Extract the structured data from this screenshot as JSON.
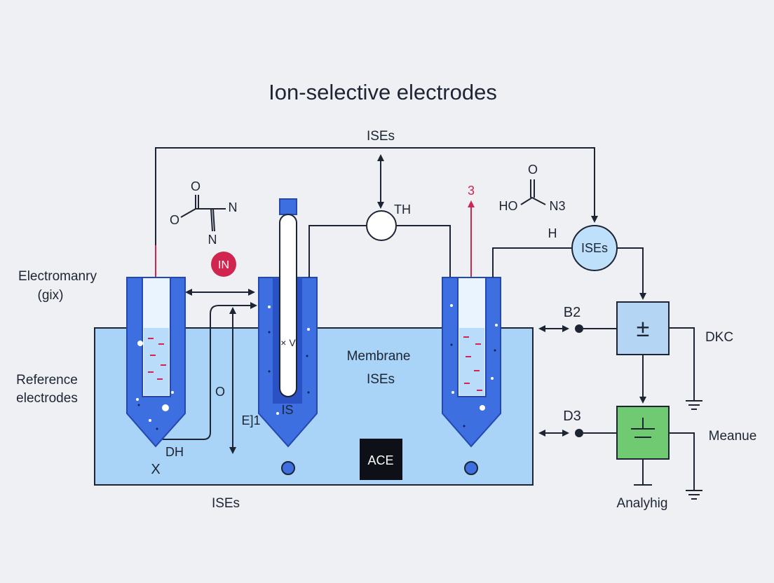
{
  "title": "Ion-selective electrodes",
  "labels": {
    "top_wire": "ISEs",
    "th_node": "TH",
    "red_number": "3",
    "left_group_1": "Electromanry",
    "left_group_2": "(gix)",
    "reference_1": "Reference",
    "reference_2": "electrodes",
    "ion_badge": "IN",
    "membrane_1": "Membrane",
    "membrane_2": "ISEs",
    "o_label": "O",
    "e1_label": "E]1",
    "is_label": "IS",
    "dh_label": "DH",
    "x_mark": "X",
    "ace_box": "ACE",
    "bottom_label": "ISEs",
    "ises_node": "ISEs",
    "b2": "B2",
    "d3": "D3",
    "dkc": "DKC",
    "meanue": "Meanue",
    "analyhig": "Analyhig",
    "h_label": "H",
    "plus_minus": "±",
    "tube_marks": "× V"
  },
  "molecules": {
    "left": {
      "o_top": "O",
      "o_left": "O",
      "n_right": "N",
      "n_bottom": "N"
    },
    "right": {
      "o_top": "O",
      "ho": "HO",
      "n3": "N3"
    }
  },
  "colors": {
    "background": "#eef0f3",
    "solution": "#a9d3f7",
    "electrode": "#3d6fe0",
    "electrode_dark": "#2448b0",
    "accent_red": "#d0254f",
    "node_fill": "#bfe0fb",
    "box_blue": "#b5d5f4",
    "box_green": "#6fca72",
    "ace_bg": "#0d1117"
  }
}
